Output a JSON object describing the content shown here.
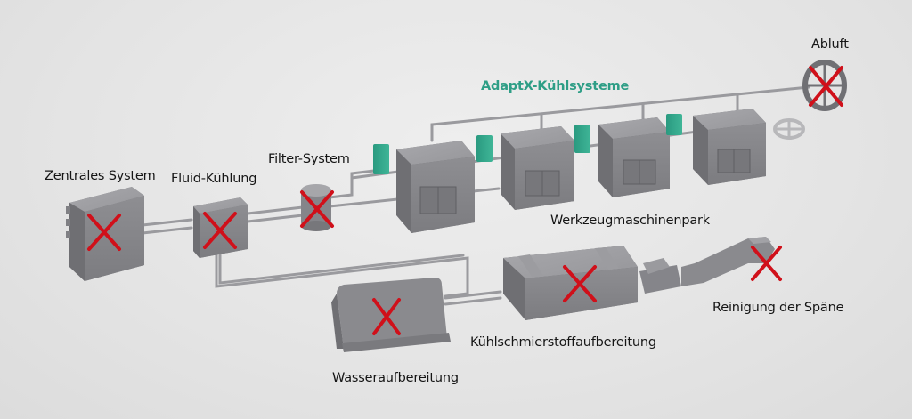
{
  "colors": {
    "background": "#e6e6e6",
    "machine": "#8a8a8e",
    "machine_dark": "#6e6e72",
    "machine_light": "#a2a2a6",
    "pipe": "#9a9a9e",
    "accent": "#2e9e86",
    "cross": "#d0101a",
    "text": "#151515"
  },
  "labels": {
    "zentrales_system": "Zentrales System",
    "fluid_kuehlung": "Fluid-Kühlung",
    "filter_system": "Filter-System",
    "adaptx": "AdaptX-Kühlsysteme",
    "abluft": "Abluft",
    "werkzeugmaschinenpark": "Werkzeugmaschinenpark",
    "reinigung": "Reinigung der Späne",
    "kss_aufbereitung": "Kühlschmierstoffaufbereitung",
    "wasseraufbereitung": "Wasseraufbereitung"
  },
  "components": [
    {
      "id": "zentrales-system",
      "status": "removed"
    },
    {
      "id": "fluid-kuehlung",
      "status": "removed"
    },
    {
      "id": "filter-system",
      "status": "removed"
    },
    {
      "id": "abluft",
      "status": "removed"
    },
    {
      "id": "wasseraufbereitung",
      "status": "removed"
    },
    {
      "id": "kss-aufbereitung",
      "status": "removed"
    },
    {
      "id": "reinigung-spaene",
      "status": "removed"
    },
    {
      "id": "werkzeugmaschinenpark",
      "status": "active",
      "machines": 4
    },
    {
      "id": "adaptx-kuehlsysteme",
      "status": "active",
      "units": 4
    }
  ]
}
